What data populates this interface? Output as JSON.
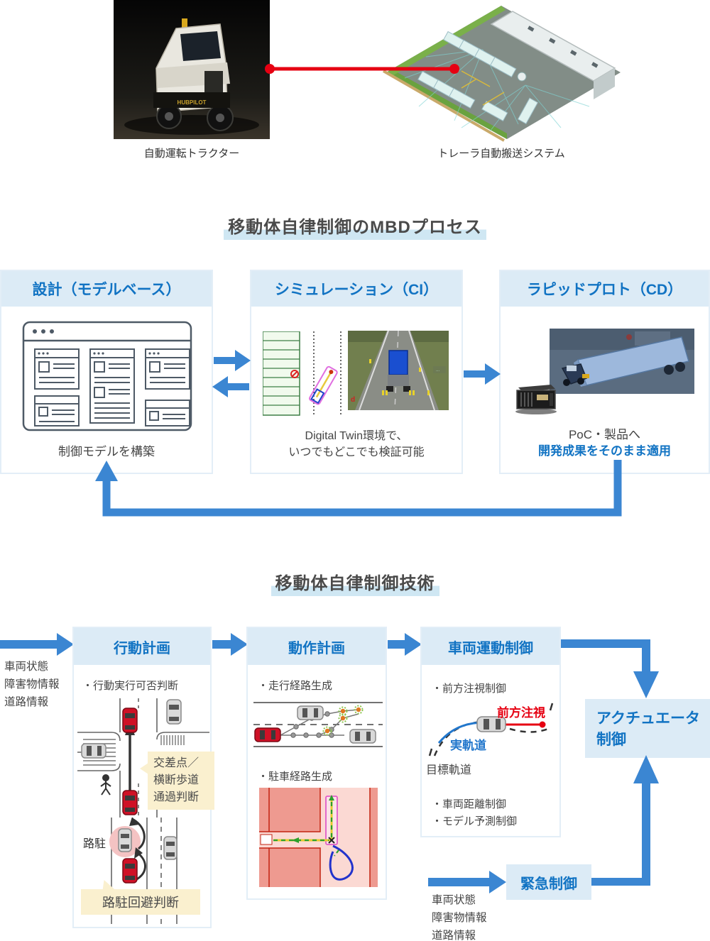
{
  "colors": {
    "accent_blue": "#3b86d2",
    "header_blue": "#1173c3",
    "band_blue": "#dcebf6",
    "title_highlight": "#cfe7f3",
    "red": "#e60012",
    "callout_beige": "#faf0cf",
    "text_dark": "#4a4a4a"
  },
  "top": {
    "tractor_caption": "自動運転トラクター",
    "tractor_photo_text": "HUBPILOT",
    "warehouse_caption": "トレーラ自動搬送システム"
  },
  "mbd": {
    "title": "移動体自律制御のMBDプロセス",
    "design": {
      "header": "設計（モデルベース）",
      "caption": "制御モデルを構築"
    },
    "simulation": {
      "header": "シミュレーション（CI）",
      "caption1": "Digital Twin環境で、",
      "caption2": "いつでもどこでも検証可能"
    },
    "rapidproto": {
      "header": "ラピッドプロト（CD）",
      "caption1": "PoC・製品へ",
      "caption2": "開発成果をそのまま適用"
    }
  },
  "tech": {
    "title": "移動体自律制御技術",
    "inputs_top": [
      "車両状態",
      "障害物情報",
      "道路情報"
    ],
    "inputs_bottom": [
      "車両状態",
      "障害物情報",
      "道路情報"
    ],
    "behavior": {
      "header": "行動計画",
      "item1": "・行動実行可否判断",
      "callout_lines": [
        "交差点／",
        "横断歩道",
        "通過判断"
      ],
      "parked_label": "路駐",
      "avoid_callout": "路駐回避判断"
    },
    "motion": {
      "header": "動作計画",
      "item1": "・走行経路生成",
      "item2": "・駐車経路生成"
    },
    "vehicle": {
      "header": "車両運動制御",
      "item1": "・前方注視制御",
      "lookahead": "前方注視",
      "actual": "実軌道",
      "target": "目標軌道",
      "item2": "・車両距離制御",
      "item3": "・モデル予測制御"
    },
    "actuator": {
      "line1": "アクチュエータ",
      "line2": "制御"
    },
    "emergency": "緊急制御"
  }
}
